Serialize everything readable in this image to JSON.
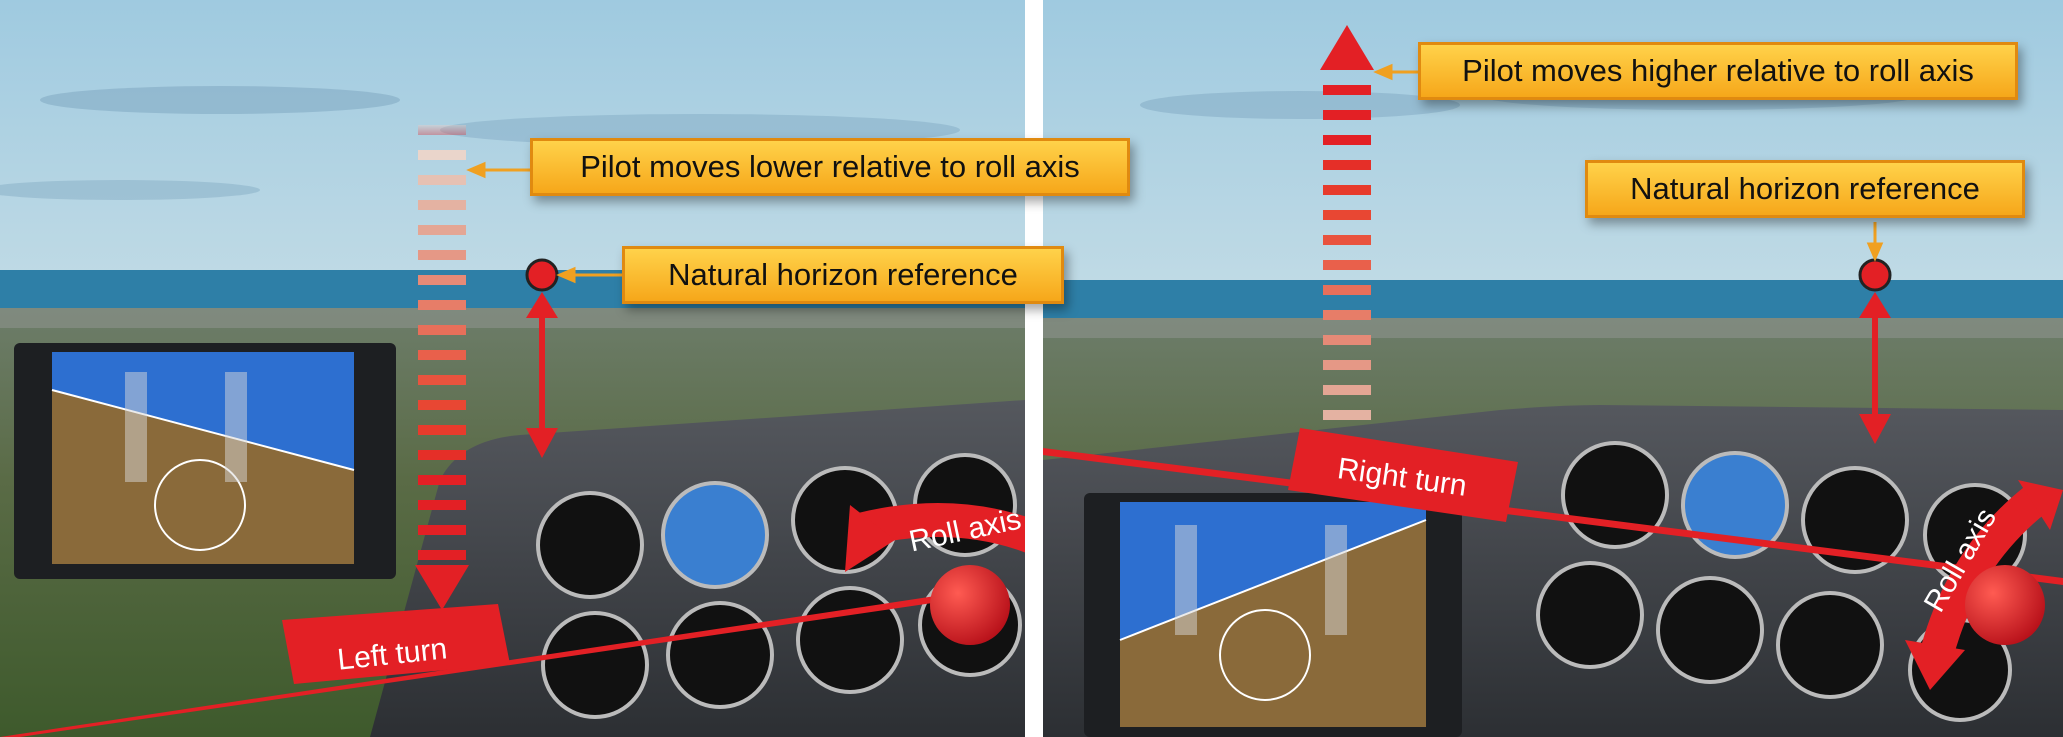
{
  "callouts": {
    "left_pilot": "Pilot moves lower relative to roll axis",
    "left_horizon": "Natural horizon reference",
    "right_pilot": "Pilot moves higher relative to roll axis",
    "right_horizon": "Natural horizon reference"
  },
  "labels": {
    "left_turn": "Left turn",
    "right_turn": "Right turn",
    "roll_axis_left": "Roll axis",
    "roll_axis_right": "Roll axis"
  },
  "colors": {
    "callout_fill": "#f8b428",
    "callout_border": "#e08a10",
    "arrow_red": "#e32025",
    "sky_top": "#a9cfe3",
    "sea": "#2e7fa7",
    "panel": "#3a3d42"
  },
  "icons": [
    "horizon-reference-dot",
    "roll-axis-dot",
    "gauge",
    "display-screen"
  ]
}
